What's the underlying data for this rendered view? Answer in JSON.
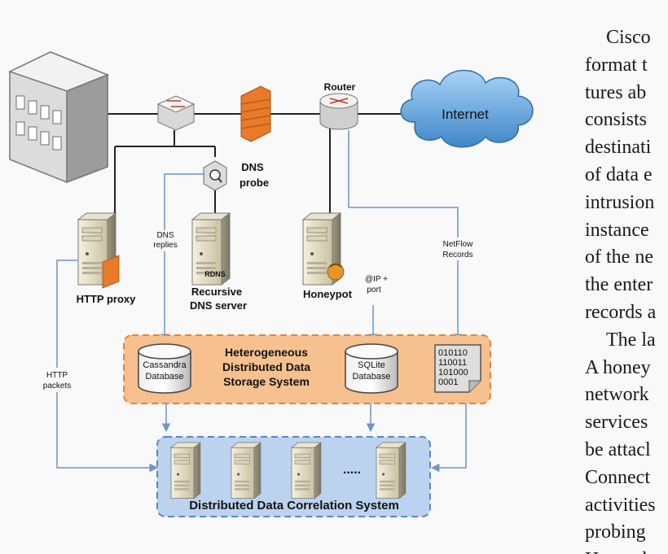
{
  "diagram": {
    "router_label": "Router",
    "internet_label": "Internet",
    "dns_probe_line1": "DNS",
    "dns_probe_line2": "probe",
    "dns_replies_line1": "DNS",
    "dns_replies_line2": "replies",
    "netflow_line1": "NetFlow",
    "netflow_line2": "Records",
    "http_proxy_label": "HTTP proxy",
    "rdns_tag": "RDNS",
    "recursive_dns_line1": "Recursive",
    "recursive_dns_line2": "DNS server",
    "honeypot_label": "Honeypot",
    "ip_port_line1": "@IP +",
    "ip_port_line2": "port",
    "http_packets_line1": "HTTP",
    "http_packets_line2": "packets",
    "cassandra_line1": "Cassandra",
    "cassandra_line2": "Database",
    "storage_line1": "Heterogeneous",
    "storage_line2": "Distributed Data",
    "storage_line3": "Storage System",
    "sqlite_line1": "SQLite",
    "sqlite_line2": "Database",
    "binary_lines": [
      "010110",
      "110011",
      "101000",
      "0001"
    ],
    "dots": ".....",
    "correlation_label": "Distributed Data Correlation System"
  },
  "paper_lines": [
    "Cisco",
    "format t",
    "tures ab",
    "consists",
    "destinati",
    "of data e",
    "intrusion",
    "instance",
    "of the ne",
    "the enter",
    "records a",
    "The la",
    "A honey",
    "network",
    "services",
    "be attacl",
    "Connect",
    "activities",
    "probing",
    "Honeyd"
  ],
  "colors": {
    "storage_fill": "#f6c08f",
    "storage_border": "#e8843a",
    "correlation_fill": "#bcd3ef",
    "correlation_border": "#5b86c4",
    "arrow_blue": "#6f93c6",
    "firewall": "#e87a2a",
    "cloud": "#6aa8dc"
  }
}
